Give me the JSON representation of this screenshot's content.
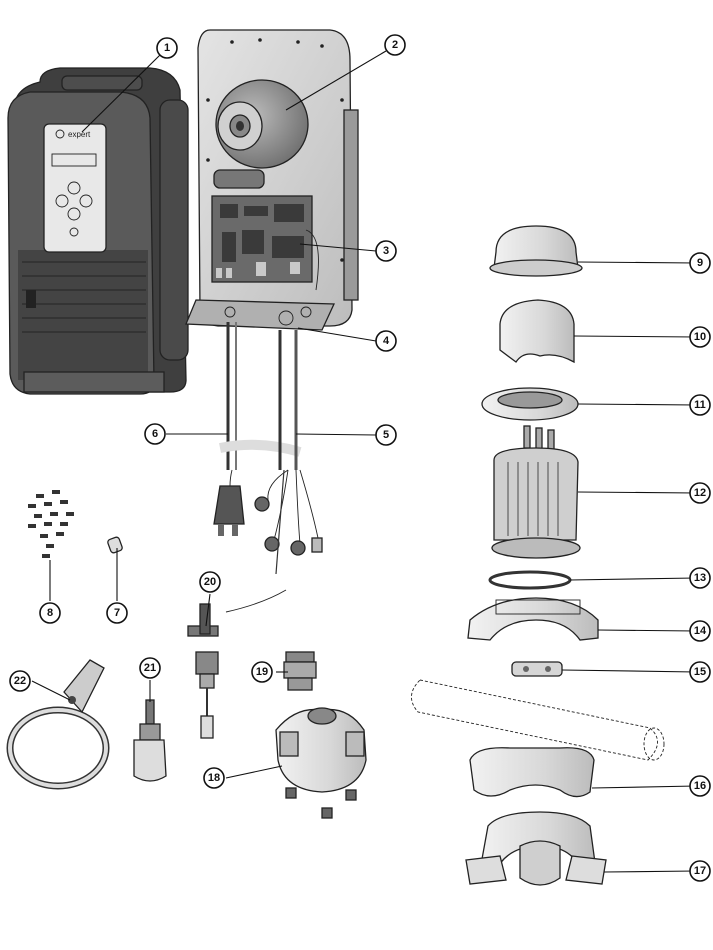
{
  "logo_text": "expert",
  "callouts": [
    {
      "id": "1",
      "label": "1"
    },
    {
      "id": "2",
      "label": "2"
    },
    {
      "id": "3",
      "label": "3"
    },
    {
      "id": "4",
      "label": "4"
    },
    {
      "id": "5",
      "label": "5"
    },
    {
      "id": "6",
      "label": "6"
    },
    {
      "id": "7",
      "label": "7"
    },
    {
      "id": "8",
      "label": "8"
    },
    {
      "id": "9",
      "label": "9"
    },
    {
      "id": "10",
      "label": "10"
    },
    {
      "id": "11",
      "label": "11"
    },
    {
      "id": "12",
      "label": "12"
    },
    {
      "id": "13",
      "label": "13"
    },
    {
      "id": "14",
      "label": "14"
    },
    {
      "id": "15",
      "label": "15"
    },
    {
      "id": "16",
      "label": "16"
    },
    {
      "id": "17",
      "label": "17"
    },
    {
      "id": "18",
      "label": "18"
    },
    {
      "id": "19",
      "label": "19"
    },
    {
      "id": "20",
      "label": "20"
    },
    {
      "id": "21",
      "label": "21"
    },
    {
      "id": "22",
      "label": "22"
    }
  ]
}
